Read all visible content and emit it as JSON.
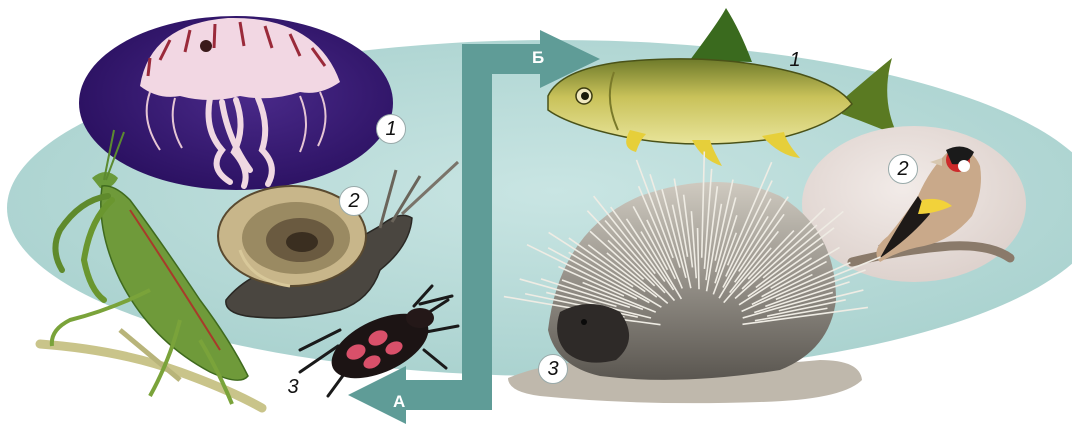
{
  "labels": {
    "group_left": {
      "one": "1",
      "two": "2",
      "three": "3"
    },
    "group_right": {
      "one": "1",
      "two": "2",
      "three": "3"
    },
    "arrow_up": "Б",
    "arrow_down": "А"
  },
  "colors": {
    "background_ellipse": "#b6dad8",
    "arrow": "#5f9c97",
    "jellyfish_bg": "#3a1a70",
    "bird_bg": "#e9dfdb"
  },
  "icons": [
    "jellyfish-icon",
    "snail-icon",
    "mantis-icon",
    "beetle-icon",
    "fish-icon",
    "bird-icon",
    "porcupine-icon"
  ]
}
